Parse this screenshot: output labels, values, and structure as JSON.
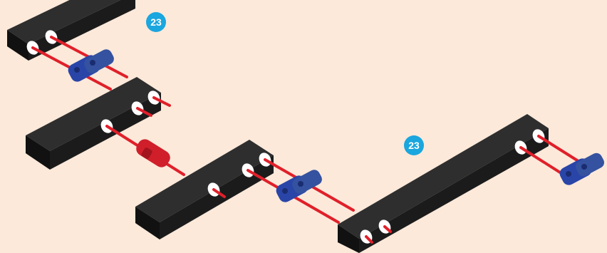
{
  "badges": [
    {
      "label": "23"
    },
    {
      "label": "23"
    }
  ],
  "colors": {
    "background": "#fce9da",
    "beam": "#1b1b1b",
    "beam_top": "#2c2c2c",
    "hole": "#ffffff",
    "guide_line": "#e0202a",
    "connector_blue": "#2a45a8",
    "connector_red": "#d01f2b",
    "badge": "#1aa6de"
  },
  "parts": [
    {
      "type": "beam",
      "name": "beam-1"
    },
    {
      "type": "beam",
      "name": "beam-2"
    },
    {
      "type": "beam",
      "name": "beam-3"
    },
    {
      "type": "beam",
      "name": "beam-4"
    },
    {
      "type": "connector",
      "color": "blue",
      "name": "blue-connector-1"
    },
    {
      "type": "connector",
      "color": "red",
      "name": "red-connector"
    },
    {
      "type": "connector",
      "color": "blue",
      "name": "blue-connector-2"
    },
    {
      "type": "connector",
      "color": "blue",
      "name": "blue-connector-3"
    }
  ]
}
